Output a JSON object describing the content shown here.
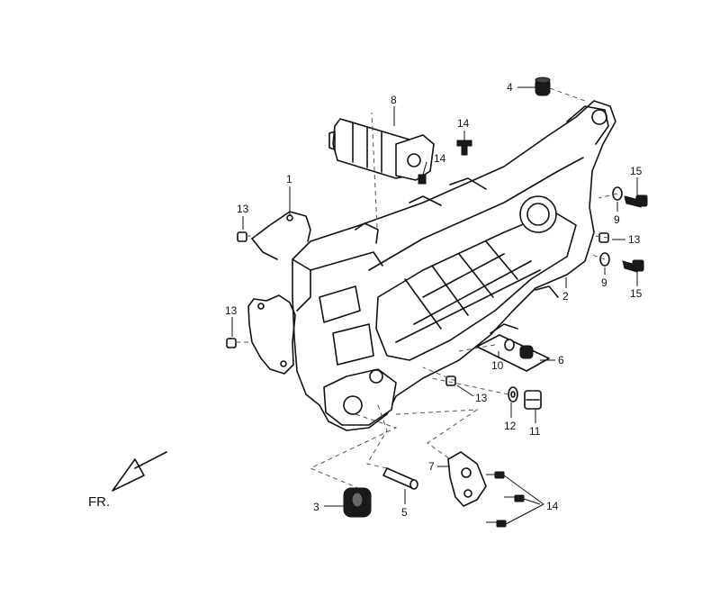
{
  "callouts": [
    {
      "id": "c1",
      "label": "1"
    },
    {
      "id": "c2",
      "label": "2"
    },
    {
      "id": "c3",
      "label": "3"
    },
    {
      "id": "c4",
      "label": "4"
    },
    {
      "id": "c5",
      "label": "5"
    },
    {
      "id": "c6",
      "label": "6"
    },
    {
      "id": "c7",
      "label": "7"
    },
    {
      "id": "c8",
      "label": "8"
    },
    {
      "id": "c9a",
      "label": "9"
    },
    {
      "id": "c9b",
      "label": "9"
    },
    {
      "id": "c10",
      "label": "10"
    },
    {
      "id": "c11",
      "label": "11"
    },
    {
      "id": "c12",
      "label": "12"
    },
    {
      "id": "c13a",
      "label": "13"
    },
    {
      "id": "c13b",
      "label": "13"
    },
    {
      "id": "c13c",
      "label": "13"
    },
    {
      "id": "c13d",
      "label": "13"
    },
    {
      "id": "c14a",
      "label": "14"
    },
    {
      "id": "c14b",
      "label": "14"
    },
    {
      "id": "c14c",
      "label": "14"
    },
    {
      "id": "c15a",
      "label": "15"
    },
    {
      "id": "c15b",
      "label": "15"
    }
  ],
  "direction_label": "FR."
}
